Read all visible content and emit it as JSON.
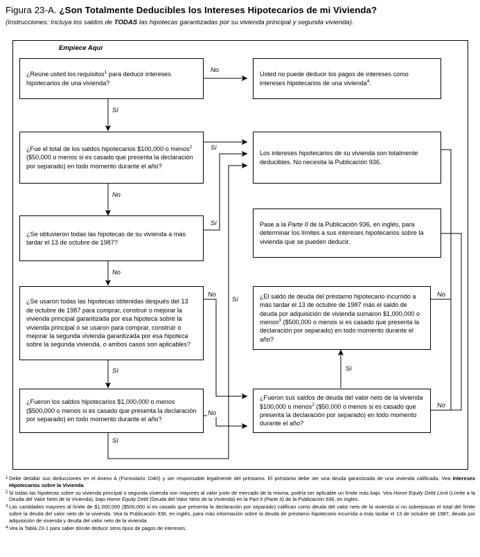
{
  "header": {
    "figure_label": "Figura 23-A.",
    "title": "¿Son Totalmente Deducibles los Intereses Hipotecarios de mi Vivienda?",
    "instructions_prefix": "(Instrucciones: Incluya los saldos de ",
    "instructions_em": "TODAS",
    "instructions_suffix": " las hipotecas garantizadas por su vivienda principal y segunda vivienda)."
  },
  "flow": {
    "start_label": "Empiece Aquí",
    "nodes": {
      "q1": "¿Reúne usted los requisitos<sup>1</sup> para deducir intereses hipotecarios de una vivienda?",
      "r_nodeduct": "Usted no puede deducir los pagos de intereses como intereses hipotecarios de una vivienda<sup>4</sup>.",
      "q2": "¿Fue el total de los saldos hipotecarios $100,000 o menos<sup>2</sup> ($50,000 o menos si es casado que presenta la declaración por separado) en todo momento durante el año?",
      "r_fully": "Los intereses hipotecarios de su vivienda son totalmente deducibles. No necesita la Publicación 936.",
      "q3": "¿Se obtuvieron todas las hipotecas de su vivienda a más tardar el 13 de octubre de 1987?",
      "r_part2": "Pase a la <i>Parte II</i> de la Publicación 936, en inglés, para determinar los límites a sus intereses hipotecarios sobre la vivienda que se pueden deducir.",
      "q4": "¿Se usaron todas las hipotecas obtenidas después del 13 de octubre de 1987 para comprar, construir o mejorar la vivienda principal garantizada por esa hipoteca sobre la vivienda principal o se usaron para comprar, construir o mejorar la segunda vivienda garantizada por esa hipoteca sobre la segunda vivienda, <i>o</i> ambos casos son aplicables?",
      "q5": "¿El saldo de deuda del préstamo hipotecario incurrido a más tardar el 13 de octubre de 1987 más el saldo de deuda por adquisición de vivienda sumaron $1,000,000 o menos<sup>3</sup> ($500,000 o menos si es casado que presenta la declaración por separado) en todo momento durante el año?",
      "q6": "¿Fueron los saldos hipotecarios $1,000,000 o menos ($500,000 o menos si es casado que presenta la declaración por separado) en todo momento durante el año?",
      "q7": "¿Fueron sus saldos de deuda del valor neto de la vivienda $100,000 o menos<sup>2</sup> ($50,000 o menos si es casado que presenta la declaración por separado) en todo momento durante el año?"
    },
    "edges": {
      "q1_no": "No",
      "q1_si": "Sí",
      "q2_si": "Sí",
      "q2_no": "No",
      "q3_si": "Sí",
      "q3_no": "No",
      "q4_no": "No",
      "q4_si": "Sí",
      "q5_si_in": "Sí",
      "q5_no": "No",
      "q6_no": "No",
      "q6_si": "Sí",
      "q7_si": "Sí",
      "q7_no": "No"
    }
  },
  "footnotes": [
    {
      "marker": "1",
      "html": "Debe detallar sus deducciones en el Anexo A (Formulario 1040) y ser responsable legalmente del préstamo. El préstamo debe ser una deuda garantizada de una vivienda calificada. Vea <b>Intereses Hipotecarios sobre la Vivienda</b>."
    },
    {
      "marker": "2",
      "html": "Si todas las hipotecas sobre su vivienda principal o segunda vivienda son mayores al valor justo de mercado de la misma, podría ser aplicable un límite más bajo. Vea <i>Home Equity Debt Limit</i> (Límite a la Deuda del Valor Neto de la Vivienda), bajo <i>Home Equity Debt</i> (Deuda del Valor Neto de la Vivienda) en la <i>Part II (Parte II)</i> de la Publicación 936, en inglés."
    },
    {
      "marker": "3",
      "html": "Las cantidades mayores al límite de $1,000,000 ($500,000 si es casado que presenta la declaración por separado) califican como deuda del valor neto de la vivienda si no sobrepasan el total del límite sobre la deuda del valor neto de la vivienda. Vea la Publicación 936, en inglés, para más información sobre la deuda de préstamo hipotecario incurrida a más tardar el 13 de octubre de 1987, deuda por adquisición de vivienda y deuda del valor neto de la vivienda."
    },
    {
      "marker": "4",
      "html": "Vea la Tabla 23-1 para saber dónde deducir otros tipos de pagos de intereses."
    }
  ],
  "colors": {
    "ink": "#000000",
    "paper": "#ffffff"
  }
}
